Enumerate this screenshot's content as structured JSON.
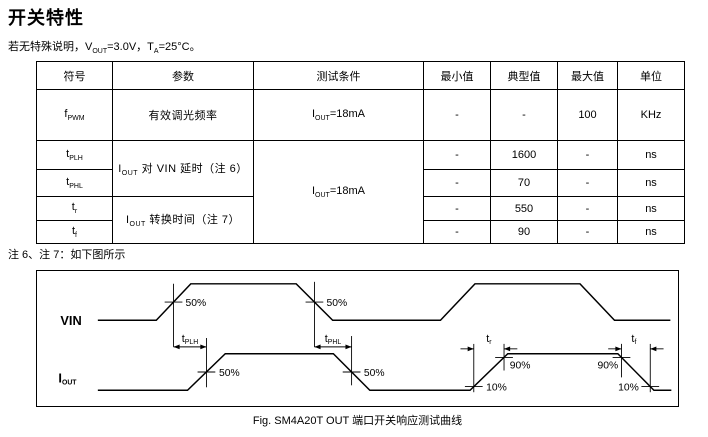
{
  "page": {
    "title": "开关特性",
    "condition": {
      "p1": "若无特殊说明，V",
      "s1": "OUT",
      "p2": "=3.0V，T",
      "s2": "A",
      "p3": "=25°C。"
    },
    "note_below_table": "注 6、注 7：如下图所示",
    "caption": "Fig. SM4A20T OUT 端口开关响应测试曲线"
  },
  "table": {
    "headers": [
      "符号",
      "参数",
      "测试条件",
      "最小值",
      "典型值",
      "最大值",
      "单位"
    ],
    "params": {
      "dimming": "有效调光频率",
      "delay_pre": "I",
      "delay_sub": "OUT",
      "delay_post": " 对 VIN 延时（注 6）",
      "transition_pre": "I",
      "transition_sub": "OUT",
      "transition_post": " 转换时间（注 7）"
    },
    "conditions": {
      "row1_pre": "I",
      "row1_sub": "OUT",
      "row1_post": "=18mA",
      "merged_pre": "I",
      "merged_sub": "OUT",
      "merged_post": "=18mA"
    },
    "rows": [
      {
        "sym": "f",
        "sub": "PWM",
        "min": "-",
        "typ": "-",
        "max": "100",
        "unit": "KHz"
      },
      {
        "sym": "t",
        "sub": "PLH",
        "min": "-",
        "typ": "1600",
        "max": "-",
        "unit": "ns"
      },
      {
        "sym": "t",
        "sub": "PHL",
        "min": "-",
        "typ": "70",
        "max": "-",
        "unit": "ns"
      },
      {
        "sym": "t",
        "sub": "r",
        "min": "-",
        "typ": "550",
        "max": "-",
        "unit": "ns"
      },
      {
        "sym": "t",
        "sub": "f",
        "min": "-",
        "typ": "90",
        "max": "-",
        "unit": "ns"
      }
    ]
  },
  "diagram": {
    "vin_label": "VIN",
    "iout_base": "I",
    "iout_sub": "OUT",
    "pct_50": "50%",
    "pct_90": "90%",
    "pct_10": "10%",
    "tplh": {
      "base": "t",
      "sub": "PLH"
    },
    "tphl": {
      "base": "t",
      "sub": "PHL"
    },
    "tr": {
      "base": "t",
      "sub": "r"
    },
    "tf": {
      "base": "t",
      "sub": "f"
    }
  }
}
